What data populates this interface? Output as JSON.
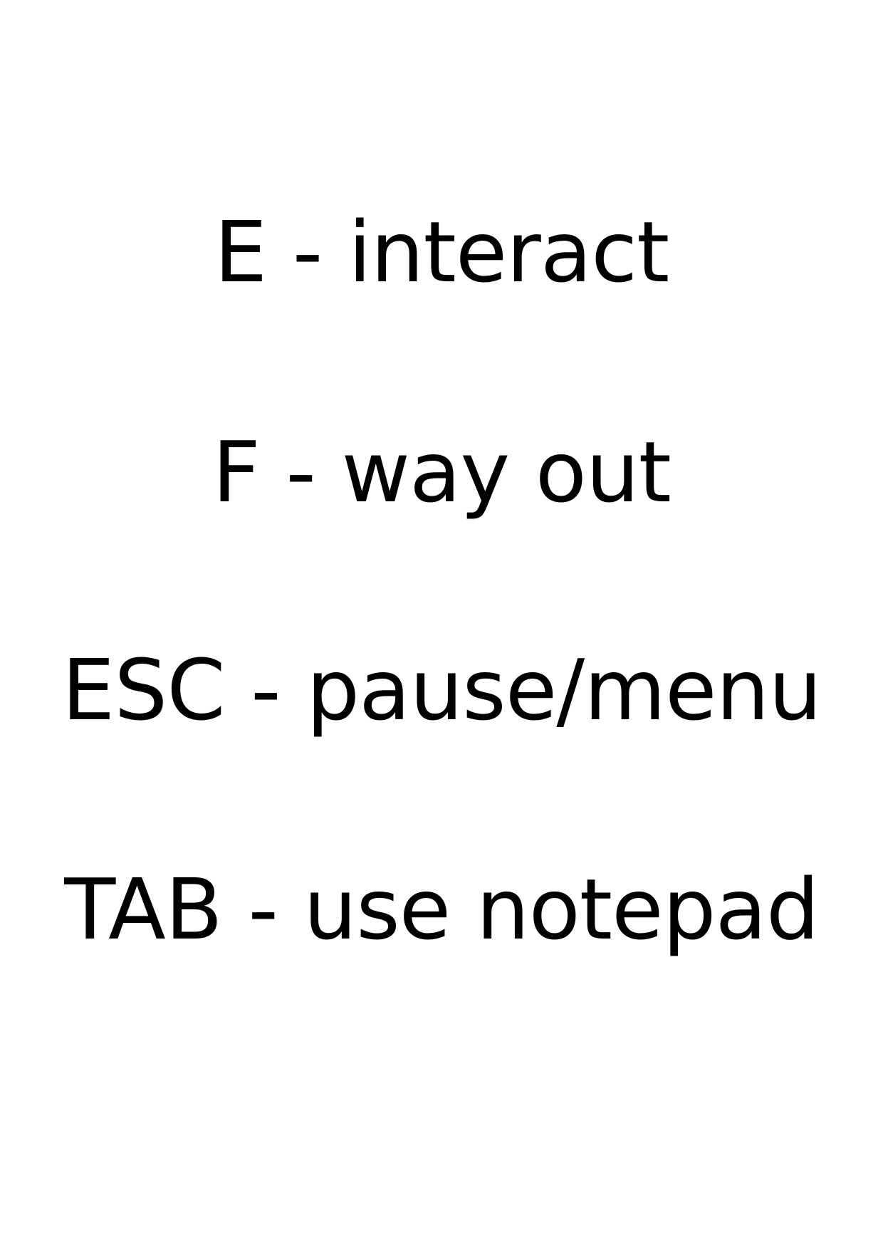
{
  "controls": [
    {
      "key": "E",
      "separator": " - ",
      "action": "interact"
    },
    {
      "key": "F",
      "separator": " - ",
      "action": "way out"
    },
    {
      "key": "ESC",
      "separator": " - ",
      "action": "pause/menu"
    },
    {
      "key": "TAB",
      "separator": " - ",
      "action": "use notepad"
    }
  ],
  "colors": {
    "background": "#ffffff",
    "text": "#000000"
  }
}
